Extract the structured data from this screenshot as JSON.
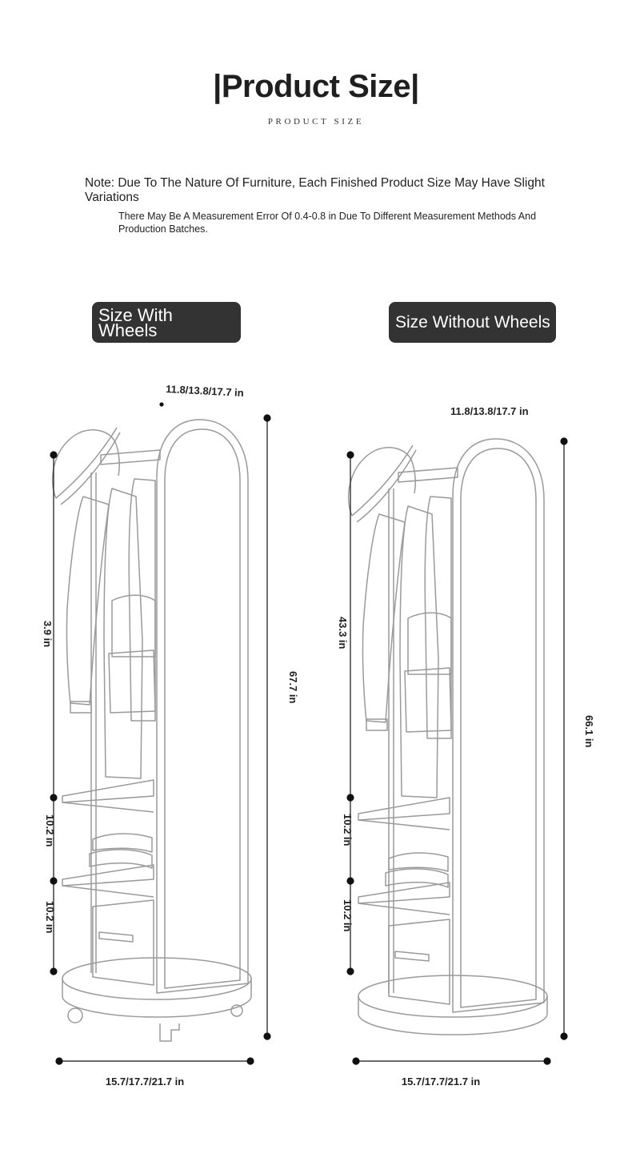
{
  "header": {
    "title": "|Product Size|",
    "subtitle": "PRODUCT SIZE"
  },
  "note": {
    "main": "Note: Due To The Nature Of Furniture, Each Finished Product Size May Have Slight Variations",
    "detail": "There May Be A Measurement Error Of 0.4-0.8 in Due To Different Measurement Methods And Production Batches."
  },
  "with_wheels": {
    "label": "Size With Wheels",
    "depth": "11.8/13.8/17.7 in",
    "total_height": "67.7 in",
    "hanging_height": "3.9 in",
    "shelf_gap_1": "10.2 in",
    "shelf_gap_2": "10.2 in",
    "width": "15.7/17.7/21.7 in"
  },
  "without_wheels": {
    "label": "Size Without Wheels",
    "depth": "11.8/13.8/17.7 in",
    "total_height": "66.1 in",
    "hanging_height": "43.3 in",
    "shelf_gap_1": "10.2 in",
    "shelf_gap_2": "10.2 in",
    "width": "15.7/17.7/21.7 in"
  },
  "colors": {
    "badge_bg": "#333333",
    "line_art": "#9a9a9a",
    "dimension_line": "#111111"
  }
}
